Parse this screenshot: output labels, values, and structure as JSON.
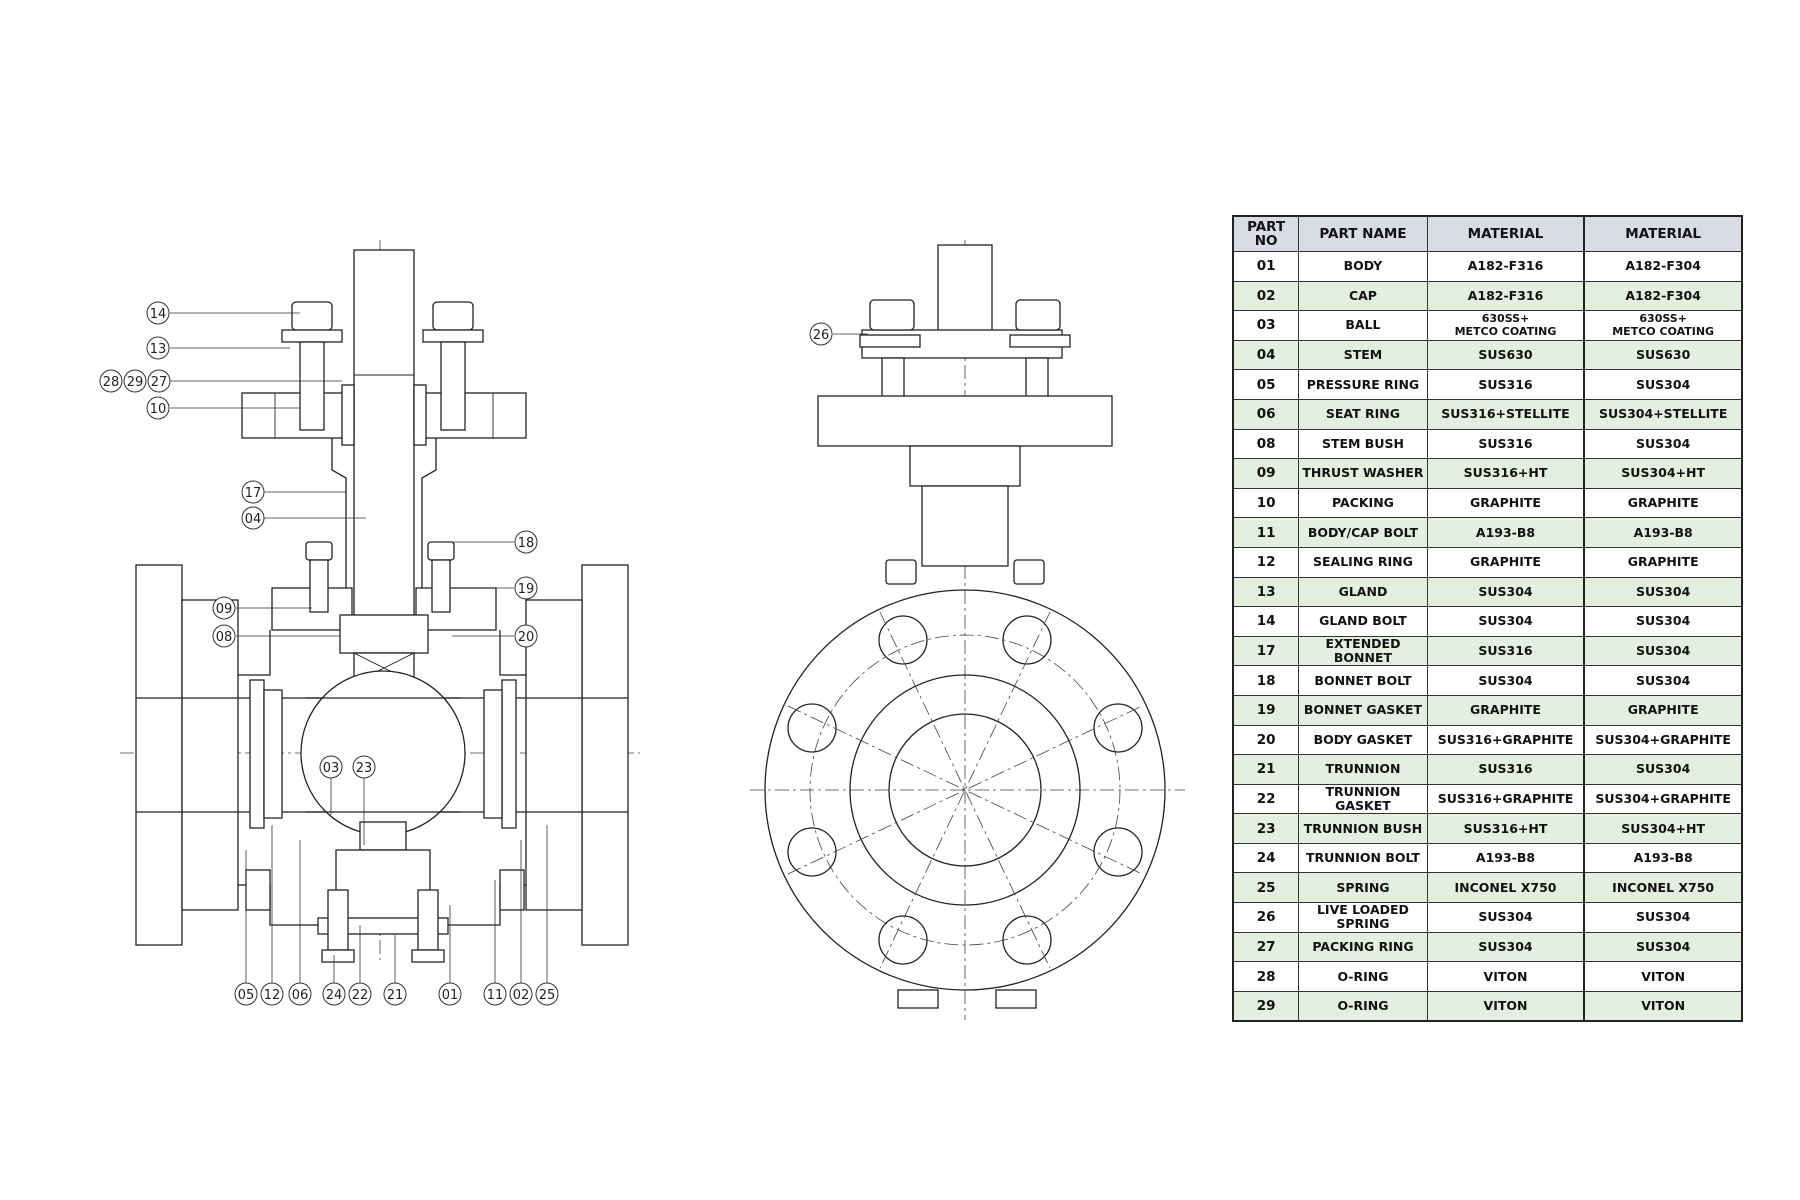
{
  "callouts_section": [
    "14",
    "13",
    "28",
    "29",
    "27",
    "10",
    "17",
    "04",
    "18",
    "09",
    "19",
    "08",
    "20",
    "03",
    "23",
    "05",
    "12",
    "06",
    "24",
    "22",
    "21",
    "01",
    "11",
    "02",
    "25"
  ],
  "callouts_side": [
    "26"
  ],
  "table": {
    "headers": [
      "PART NO",
      "PART NAME",
      "MATERIAL",
      "MATERIAL"
    ],
    "rows": [
      [
        "01",
        "BODY",
        "A182-F316",
        "A182-F304"
      ],
      [
        "02",
        "CAP",
        "A182-F316",
        "A182-F304"
      ],
      [
        "03",
        "BALL",
        "630SS+\nMETCO COATING",
        "630SS+\nMETCO COATING"
      ],
      [
        "04",
        "STEM",
        "SUS630",
        "SUS630"
      ],
      [
        "05",
        "PRESSURE RING",
        "SUS316",
        "SUS304"
      ],
      [
        "06",
        "SEAT RING",
        "SUS316+STELLITE",
        "SUS304+STELLITE"
      ],
      [
        "08",
        "STEM BUSH",
        "SUS316",
        "SUS304"
      ],
      [
        "09",
        "THRUST WASHER",
        "SUS316+HT",
        "SUS304+HT"
      ],
      [
        "10",
        "PACKING",
        "GRAPHITE",
        "GRAPHITE"
      ],
      [
        "11",
        "BODY/CAP BOLT",
        "A193-B8",
        "A193-B8"
      ],
      [
        "12",
        "SEALING RING",
        "GRAPHITE",
        "GRAPHITE"
      ],
      [
        "13",
        "GLAND",
        "SUS304",
        "SUS304"
      ],
      [
        "14",
        "GLAND BOLT",
        "SUS304",
        "SUS304"
      ],
      [
        "17",
        "EXTENDED BONNET",
        "SUS316",
        "SUS304"
      ],
      [
        "18",
        "BONNET BOLT",
        "SUS304",
        "SUS304"
      ],
      [
        "19",
        "BONNET GASKET",
        "GRAPHITE",
        "GRAPHITE"
      ],
      [
        "20",
        "BODY GASKET",
        "SUS316+GRAPHITE",
        "SUS304+GRAPHITE"
      ],
      [
        "21",
        "TRUNNION",
        "SUS316",
        "SUS304"
      ],
      [
        "22",
        "TRUNNION GASKET",
        "SUS316+GRAPHITE",
        "SUS304+GRAPHITE"
      ],
      [
        "23",
        "TRUNNION BUSH",
        "SUS316+HT",
        "SUS304+HT"
      ],
      [
        "24",
        "TRUNNION BOLT",
        "A193-B8",
        "A193-B8"
      ],
      [
        "25",
        "SPRING",
        "INCONEL X750",
        "INCONEL X750"
      ],
      [
        "26",
        "LIVE LOADED SPRING",
        "SUS304",
        "SUS304"
      ],
      [
        "27",
        "PACKING RING",
        "SUS304",
        "SUS304"
      ],
      [
        "28",
        "O-RING",
        "VITON",
        "VITON"
      ],
      [
        "29",
        "O-RING",
        "VITON",
        "VITON"
      ]
    ]
  },
  "colors": {
    "header_bg": "#d9dde3",
    "alt_row_bg": "#e4f0df",
    "line": "#222222"
  }
}
